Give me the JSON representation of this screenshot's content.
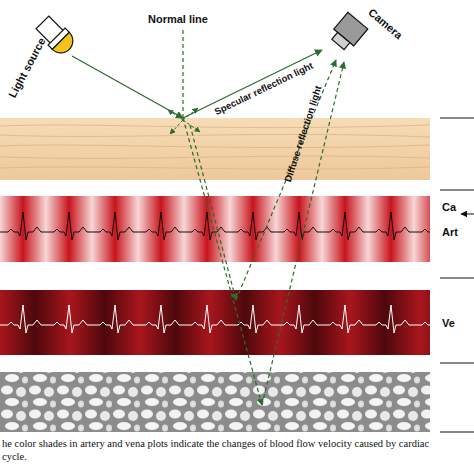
{
  "diagram": {
    "caption": "he color shades in artery and vena plots indicate the changes of blood flow velocity caused by cardiac cycle.",
    "labels": [
      "Light source",
      "Normal line",
      "Camera",
      "Specular reflection light",
      "Diffuse reflection light",
      "Ca",
      "Art",
      "Ve"
    ]
  }
}
